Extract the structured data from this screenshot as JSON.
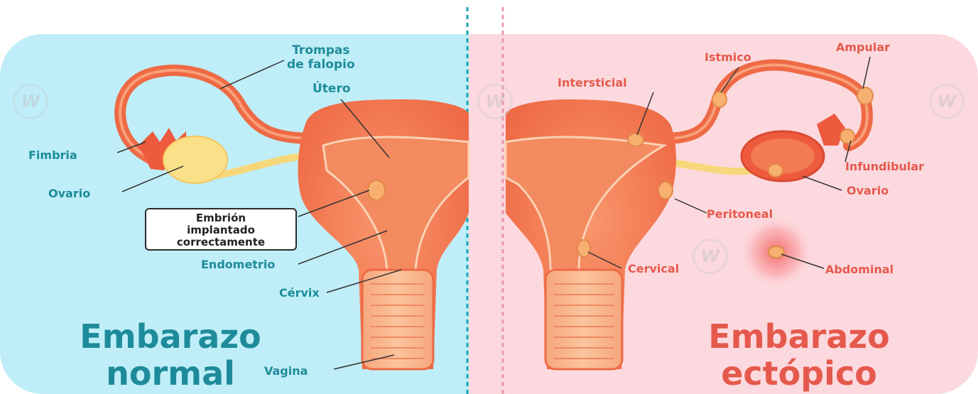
{
  "labels": {
    "trompas": "Trompas\nde falopio",
    "utero": "Útero",
    "fimbria": "Fimbria",
    "ovario_left": "Ovario",
    "embrion": "Embrión\nimplantado\ncorrectamente",
    "endometrio": "Endometrio",
    "cervix": "Cérvix",
    "vagina": "Vagina",
    "istmico": "Istmico",
    "ampular": "Ampular",
    "intersticial": "Intersticial",
    "infundibular": "Infundibular",
    "ovario_right": "Ovario",
    "peritoneal": "Peritoneal",
    "cervical": "Cervical",
    "abdominal": "Abdominal"
  },
  "titles": {
    "left_line1": "Embarazo",
    "left_line2": "normal",
    "right_line1": "Embarazo",
    "right_line2": "ectópico"
  },
  "watermark": "W",
  "colors": {
    "left_bg": "#bfeef8",
    "right_bg": "#fcd9de",
    "uterus": "#f47a52",
    "uterus_dark": "#e0553b",
    "ovary": "#fbe08a",
    "teal_text": "#1e8b9a",
    "coral_text": "#e5594c",
    "divider_teal": "#1aa6b8",
    "divider_pink": "#e89aa8"
  }
}
